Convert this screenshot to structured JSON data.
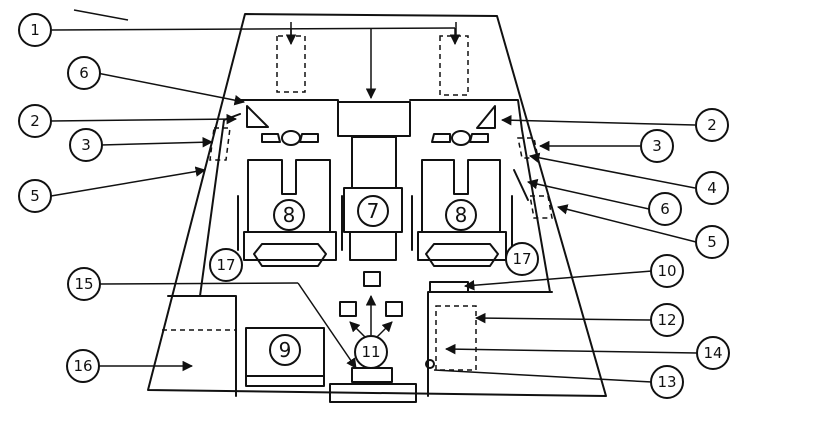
{
  "callouts": [
    {
      "id": "c1",
      "label": "1"
    },
    {
      "id": "c6a",
      "label": "6"
    },
    {
      "id": "c2a",
      "label": "2"
    },
    {
      "id": "c3a",
      "label": "3"
    },
    {
      "id": "c5a",
      "label": "5"
    },
    {
      "id": "c2b",
      "label": "2"
    },
    {
      "id": "c3b",
      "label": "3"
    },
    {
      "id": "c4",
      "label": "4"
    },
    {
      "id": "c6b",
      "label": "6"
    },
    {
      "id": "c5b",
      "label": "5"
    },
    {
      "id": "c10",
      "label": "10"
    },
    {
      "id": "c12",
      "label": "12"
    },
    {
      "id": "c14",
      "label": "14"
    },
    {
      "id": "c13",
      "label": "13"
    },
    {
      "id": "c15",
      "label": "15"
    },
    {
      "id": "c16",
      "label": "16"
    }
  ],
  "inner_labels": {
    "seat_left": "8",
    "seat_right": "8",
    "console": "7",
    "box": "9",
    "hub": "11",
    "area_left": "17",
    "area_right": "17"
  }
}
